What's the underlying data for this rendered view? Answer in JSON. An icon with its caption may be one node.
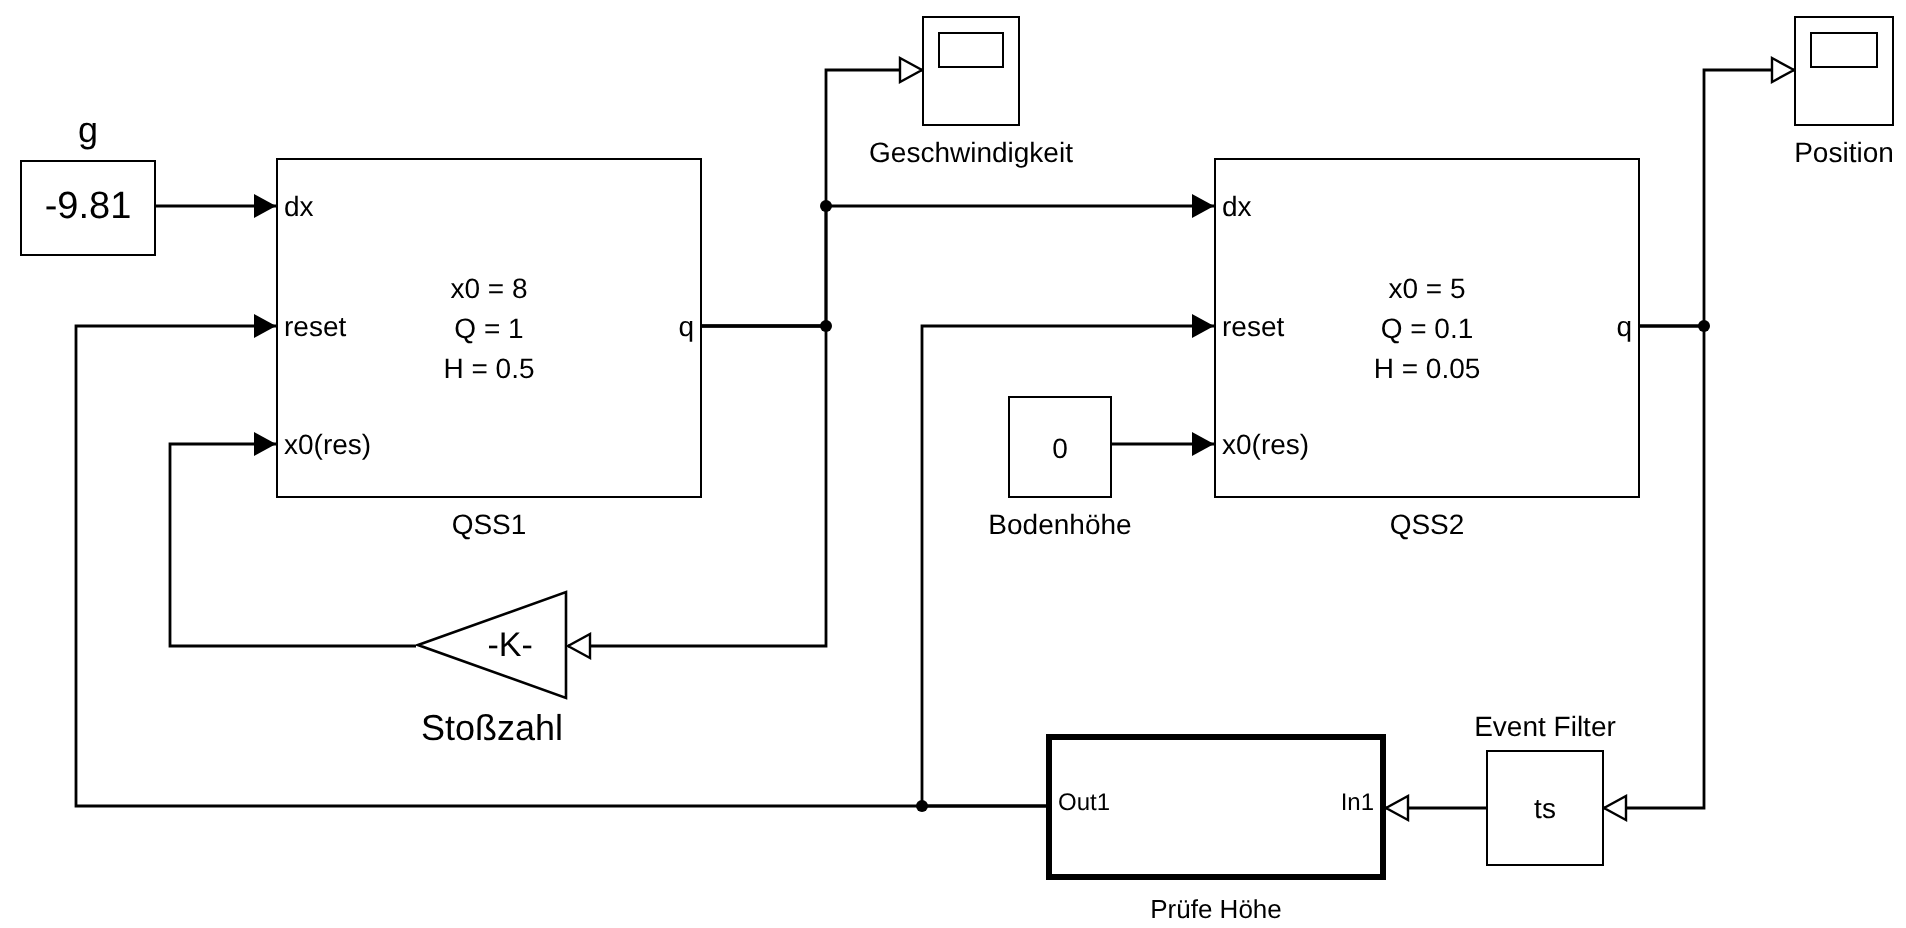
{
  "diagram": {
    "nodes": [
      {
        "text": [
          "-9.81"
        ],
        "beside": [
          "g"
        ]
      },
      {
        "text": [
          "dx",
          "reset",
          "x0(res)",
          "x0 = 8 Q = 1 H = 0.5",
          "q"
        ],
        "beside": [
          "QSS1"
        ]
      },
      {
        "text": [],
        "shape": "box",
        "beside": [
          "Geschwindigkeit"
        ]
      },
      {
        "text": [
          "-K-"
        ],
        "beside": [
          "Stoßzahl"
        ]
      },
      {
        "text": [
          "dx",
          "reset",
          "x0(res)",
          "x0 = 5 Q = 0.1 H = 0.05",
          "q"
        ],
        "beside": [
          "QSS2"
        ]
      },
      {
        "text": [
          "0"
        ],
        "beside": [
          "Bodenhöhe"
        ]
      },
      {
        "text": [],
        "shape": "box",
        "beside": [
          "Position"
        ]
      },
      {
        "text": [
          "Out1",
          "In1"
        ],
        "beside": [
          "Prüfe Höhe"
        ]
      },
      {
        "text": [
          "ts"
        ],
        "beside": [
          "Event Filter"
        ]
      }
    ],
    "edges": [
      {
        "from": 0,
        "to": 1,
        "arrow": "to"
      },
      {
        "from": 1,
        "to": 2,
        "arrow": "to"
      },
      {
        "from": 1,
        "to": 4,
        "arrow": "to"
      },
      {
        "from": 1,
        "to": 3,
        "arrow": "to"
      },
      {
        "from": 3,
        "to": 1,
        "arrow": "to"
      },
      {
        "from": 4,
        "to": 6,
        "arrow": "to"
      },
      {
        "from": 4,
        "to": 8,
        "arrow": "to"
      },
      {
        "from": 8,
        "to": 7,
        "arrow": "to"
      },
      {
        "from": 7,
        "to": 1,
        "arrow": "to"
      },
      {
        "from": 7,
        "to": 4,
        "arrow": "to"
      },
      {
        "from": 5,
        "to": 4,
        "arrow": "to"
      }
    ]
  }
}
